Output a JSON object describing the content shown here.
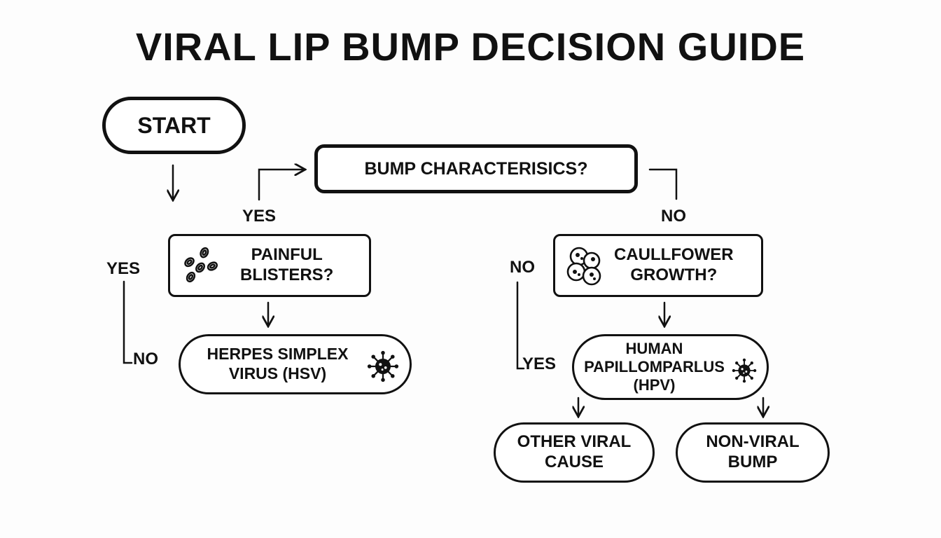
{
  "title": "VIRAL LIP BUMP DECISION GUIDE",
  "nodes": {
    "start": "START",
    "characteristics": "BUMP CHARACTERISICS?",
    "painful": {
      "line1": "PAINFUL",
      "line2": "BLISTERS?"
    },
    "hsv": {
      "line1": "HERPES SIMPLEX",
      "line2": "VIRUS (HSV)"
    },
    "cauliflower": {
      "line1": "CAULLFOWER",
      "line2": "GROWTH?"
    },
    "hpv": {
      "line1": "HUMAN",
      "line2": "PAPILLOMPARLUS",
      "line3": "(HPV)"
    },
    "other_viral": {
      "line1": "OTHER VIRAL",
      "line2": "CAUSE"
    },
    "non_viral": {
      "line1": "NON-VIRAL",
      "line2": "BUMP"
    }
  },
  "labels": {
    "yes_top": "YES",
    "no_top": "NO",
    "yes_left": "YES",
    "no_left": "NO",
    "no_right": "NO",
    "yes_right": "YES"
  },
  "icons": {
    "blisters": "blisters-icon",
    "cauliflower": "cauliflower-cells-icon",
    "virus_hsv": "virus-icon",
    "virus_hpv": "virus-icon"
  },
  "colors": {
    "ink": "#111111",
    "background": "#fdfdfd"
  }
}
